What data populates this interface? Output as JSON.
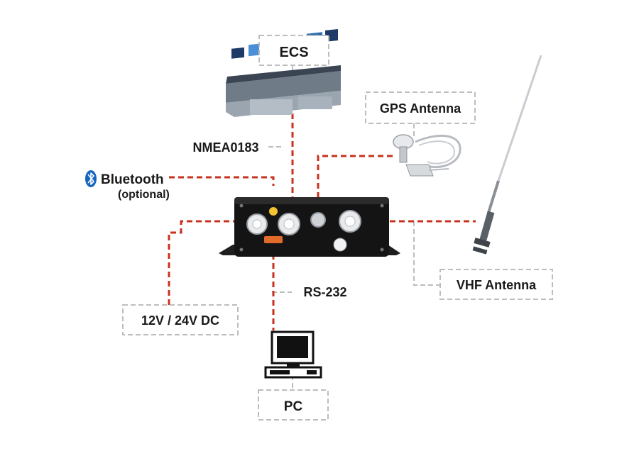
{
  "diagram": {
    "nodes": {
      "ecs": {
        "label": "ECS"
      },
      "gps": {
        "label": "GPS Antenna"
      },
      "vhf": {
        "label": "VHF Antenna"
      },
      "power": {
        "label": "12V / 24V DC"
      },
      "pc": {
        "label": "PC"
      },
      "bluetooth": {
        "label": "Bluetooth",
        "sublabel": "(optional)"
      }
    },
    "connections": {
      "ecs": "NMEA0183",
      "pc": "RS-232"
    }
  },
  "colors": {
    "connector_line": "#c8321e",
    "label_box_border": "#bdbdbd",
    "bluetooth_brand": "#1565c0",
    "device_body": "#141414"
  }
}
